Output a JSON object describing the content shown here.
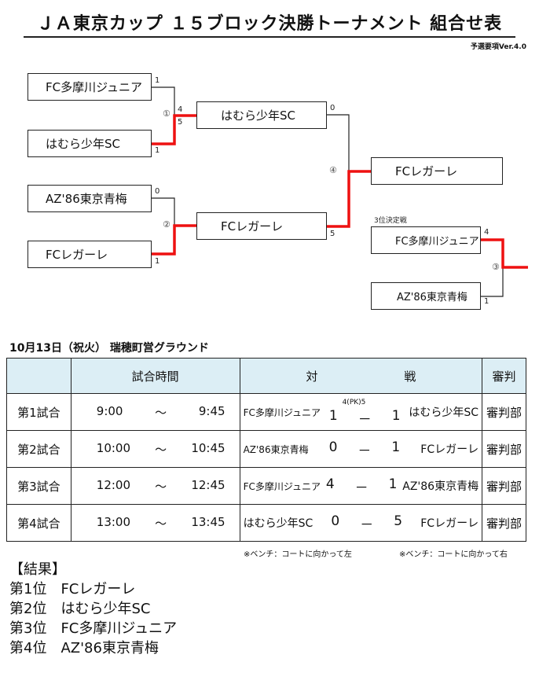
{
  "title": "ＪＡ東京カップ １５ブロック決勝トーナメント 組合せ表",
  "version": "予選要項Ver.4.0",
  "bracket": {
    "r1": [
      "FC多摩川ジュニア",
      "はむら少年SC",
      "AZ'86東京青梅",
      "FCレガーレ"
    ],
    "r2": [
      "はむら少年SC",
      "FCレガーレ"
    ],
    "champion": "FCレガーレ",
    "third_label": "3位決定戦",
    "third": [
      "FC多摩川ジュニア",
      "AZ'86東京青梅"
    ],
    "scores": {
      "m1a": "1",
      "m1b": "1",
      "m1pa": "4",
      "m1pb": "5",
      "m2a": "0",
      "m2b": "1",
      "m4a": "0",
      "m4b": "5",
      "m3a": "4",
      "m3b": "1"
    },
    "match_nums": [
      "①",
      "②",
      "③",
      "④"
    ],
    "red": "#ee1111"
  },
  "schedule": {
    "date": "10月13日（祝火） 瑞穂町営グラウンド",
    "headers": [
      "試合時間",
      "対",
      "戦",
      "審判"
    ],
    "rows": [
      {
        "name": "第1試合",
        "start": "9:00",
        "sep": "～",
        "end": "9:45",
        "home": "FC多摩川ジュニア",
        "hs": "1",
        "dash": "－",
        "as": "1",
        "away": "はむら少年SC",
        "pk": "4(PK)5",
        "ref": "審判部"
      },
      {
        "name": "第2試合",
        "start": "10:00",
        "sep": "～",
        "end": "10:45",
        "home": "AZ'86東京青梅",
        "hs": "0",
        "dash": "－",
        "as": "1",
        "away": "FCレガーレ",
        "ref": "審判部"
      },
      {
        "name": "第3試合",
        "start": "12:00",
        "sep": "～",
        "end": "12:45",
        "home": "FC多摩川ジュニア",
        "hs": "4",
        "dash": "－",
        "as": "1",
        "away": "AZ'86東京青梅",
        "ref": "審判部"
      },
      {
        "name": "第4試合",
        "start": "13:00",
        "sep": "～",
        "end": "13:45",
        "home": "はむら少年SC",
        "hs": "0",
        "dash": "－",
        "as": "5",
        "away": "FCレガーレ",
        "ref": "審判部"
      }
    ],
    "note_left": "※ベンチ：コートに向かって左",
    "note_right": "※ベンチ：コートに向かって右"
  },
  "results": {
    "heading": "【結果】",
    "items": [
      "第1位　FCレガーレ",
      "第2位　はむら少年SC",
      "第3位　FC多摩川ジュニア",
      "第4位　AZ'86東京青梅"
    ]
  }
}
